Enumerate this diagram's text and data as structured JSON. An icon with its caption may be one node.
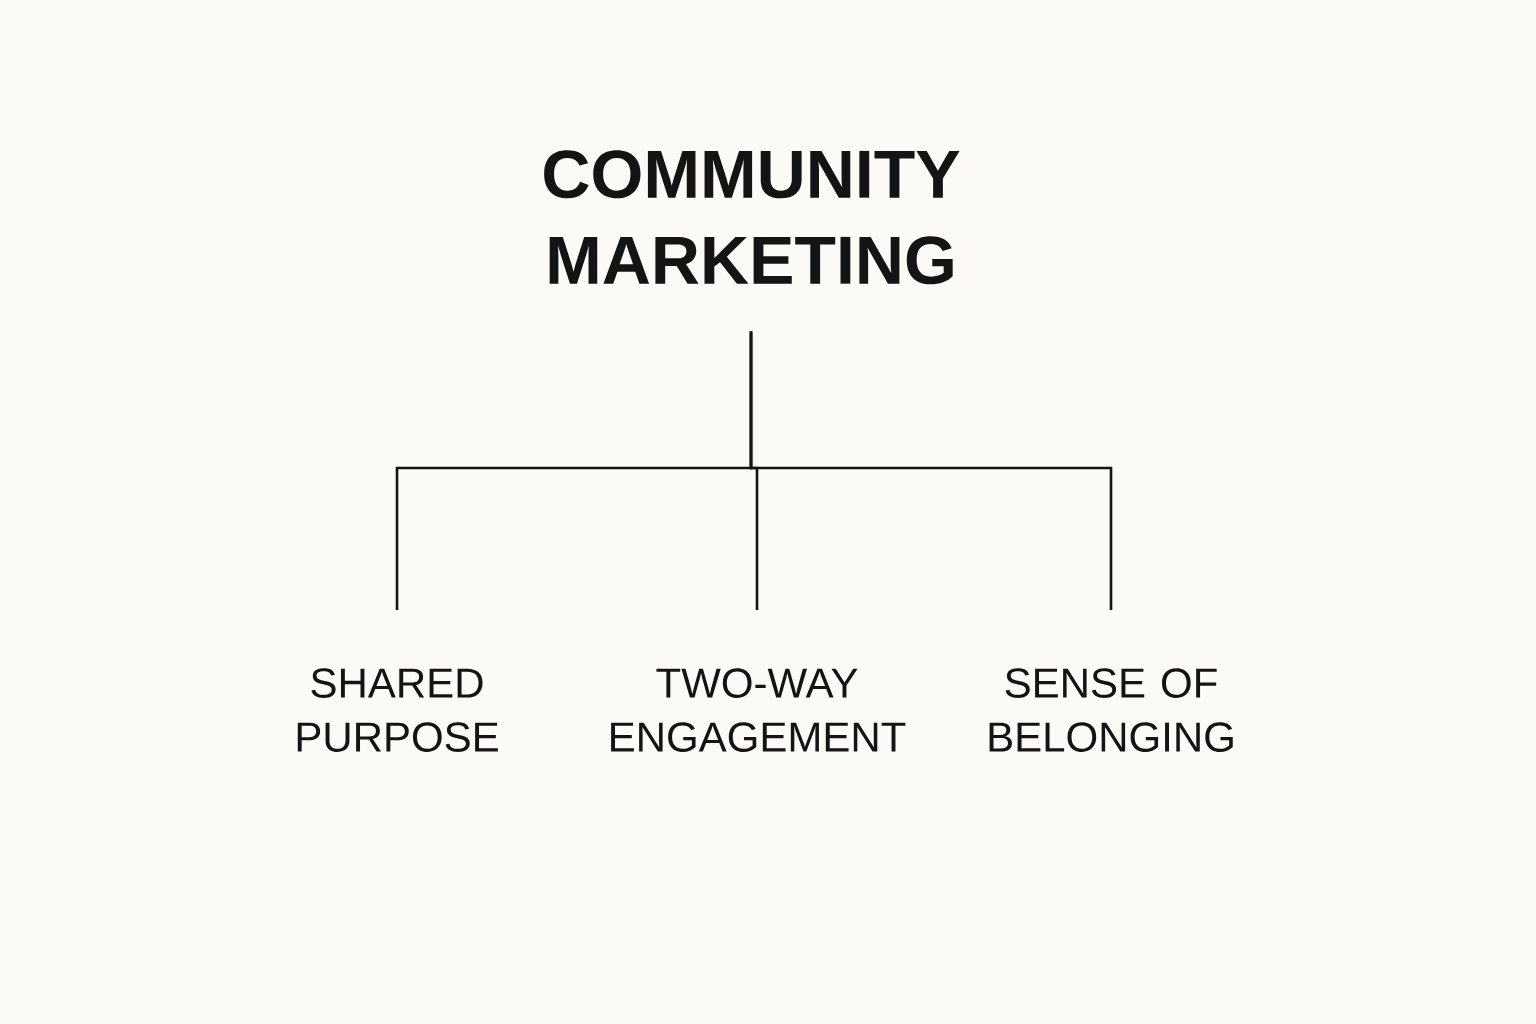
{
  "diagram": {
    "nodes": [
      {
        "text": [
          "COMMUNITY MARKETING"
        ]
      },
      {
        "text": [
          "SHARED PURPOSE"
        ]
      },
      {
        "text": [
          "TWO-WAY ENGAGEMENT"
        ]
      },
      {
        "text": [
          "SENSE OF BELONGING"
        ]
      }
    ],
    "edges": [
      {
        "from": 0,
        "to": 1,
        "arrow": "none"
      },
      {
        "from": 0,
        "to": 2,
        "arrow": "none"
      },
      {
        "from": 0,
        "to": 3,
        "arrow": "none"
      }
    ]
  }
}
